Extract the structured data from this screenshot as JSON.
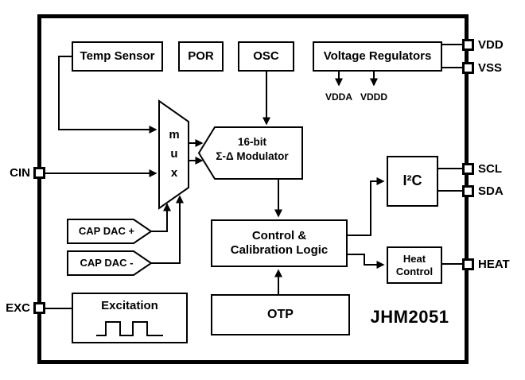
{
  "chip": {
    "part_number": "JHM2051"
  },
  "blocks": {
    "temp_sensor": "Temp Sensor",
    "por": "POR",
    "osc": "OSC",
    "voltage_regulators": "Voltage Regulators",
    "mux_letters": [
      "m",
      "u",
      "x"
    ],
    "modulator": {
      "line1": "16-bit",
      "line2": "Σ-Δ Modulator"
    },
    "cap_dac_plus": "CAP DAC +",
    "cap_dac_minus": "CAP DAC -",
    "control_logic": {
      "line1": "Control &",
      "line2": "Calibration Logic"
    },
    "i2c": "I²C",
    "heat_control": {
      "line1": "Heat",
      "line2": "Control"
    },
    "otp": "OTP",
    "excitation": "Excitation"
  },
  "pins": {
    "vdd": "VDD",
    "vss": "VSS",
    "scl": "SCL",
    "sda": "SDA",
    "heat": "HEAT",
    "cin": "CIN",
    "exc": "EXC"
  },
  "supplies": {
    "vdda": "VDDA",
    "vddd": "VDDD"
  },
  "colors": {
    "line": "#000000",
    "background": "#ffffff",
    "fill": "#ffffff"
  }
}
